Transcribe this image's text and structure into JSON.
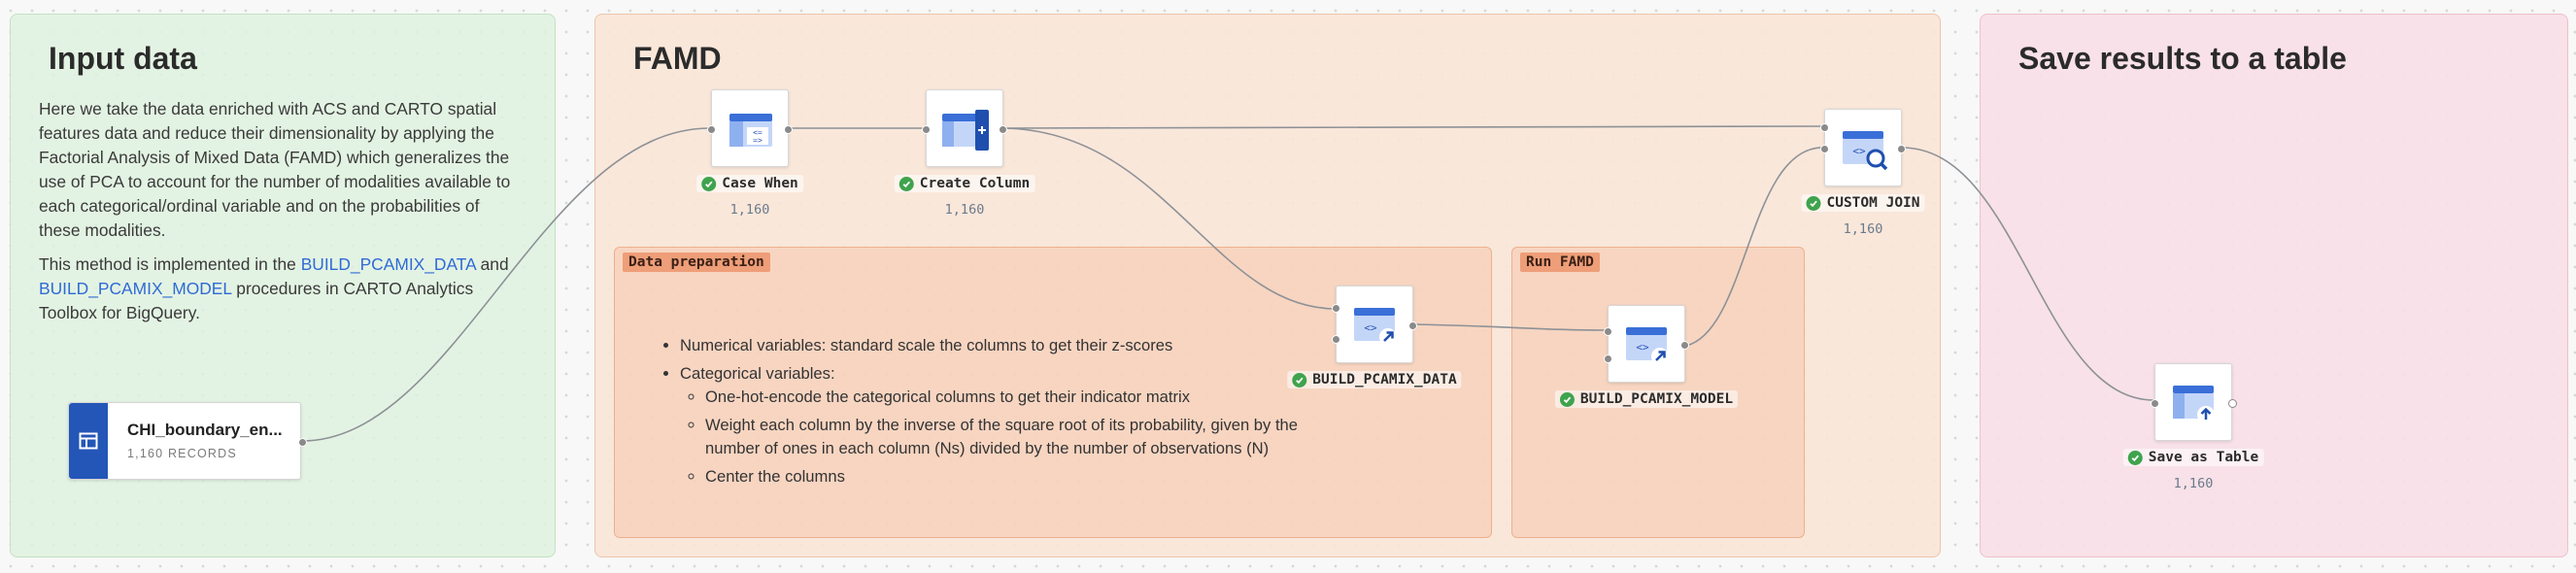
{
  "panels": {
    "input": {
      "title": "Input data",
      "paragraph1": "Here we take the data enriched with ACS and CARTO spatial features data and reduce their dimensionality by applying the Factorial Analysis of Mixed Data (FAMD) which generalizes the use of PCA to account for the number of modalities available to each categorical/ordinal variable and on the probabilities of these modalities.",
      "p2_text1": "This method is implemented in the ",
      "p2_link1": "BUILD_PCAMIX_DATA",
      "p2_text2": " and ",
      "p2_link2": "BUILD_PCAMIX_MODEL",
      "p2_text3": " procedures in CARTO Analytics Toolbox for BigQuery."
    },
    "famd": {
      "title": "FAMD"
    },
    "save": {
      "title": "Save results to a table"
    }
  },
  "groups": {
    "prep": {
      "label": "Data preparation",
      "bullet1": "Numerical variables: standard scale the columns to get their z-scores",
      "bullet2": "Categorical variables:",
      "sub1": "One-hot-encode the categorical columns to get their indicator matrix",
      "sub2": "Weight each column by the inverse of the square root of its probability, given by the number of ones in each column (Ns) divided by the number of observations (N)",
      "sub3": "Center the columns"
    },
    "run": {
      "label": "Run FAMD"
    }
  },
  "source": {
    "name": "CHI_boundary_en...",
    "records": "1,160 RECORDS",
    "icon": "table-icon"
  },
  "nodes": {
    "case_when": {
      "label": "Case When",
      "count": "1,160",
      "icon": "case-when-icon"
    },
    "create_column": {
      "label": "Create Column",
      "count": "1,160",
      "icon": "add-column-icon"
    },
    "custom_join": {
      "label": "CUSTOM JOIN",
      "count": "1,160",
      "icon": "code-search-icon"
    },
    "build_data": {
      "label": "BUILD_PCAMIX_DATA",
      "icon": "code-procedure-icon"
    },
    "build_model": {
      "label": "BUILD_PCAMIX_MODEL",
      "icon": "code-procedure-icon"
    },
    "save_table": {
      "label": "Save as Table",
      "count": "1,160",
      "icon": "save-table-icon"
    }
  },
  "colors": {
    "input_panel": "#def2de",
    "famd_panel": "#f8e4d6",
    "save_panel": "#f7dee6",
    "group_fill": "#f3bea2",
    "group_label": "#ee9e78",
    "link": "#2f6bd6",
    "success": "#3fa34d",
    "source_accent": "#2456b8",
    "icon_blue": "#3a6fd8"
  }
}
